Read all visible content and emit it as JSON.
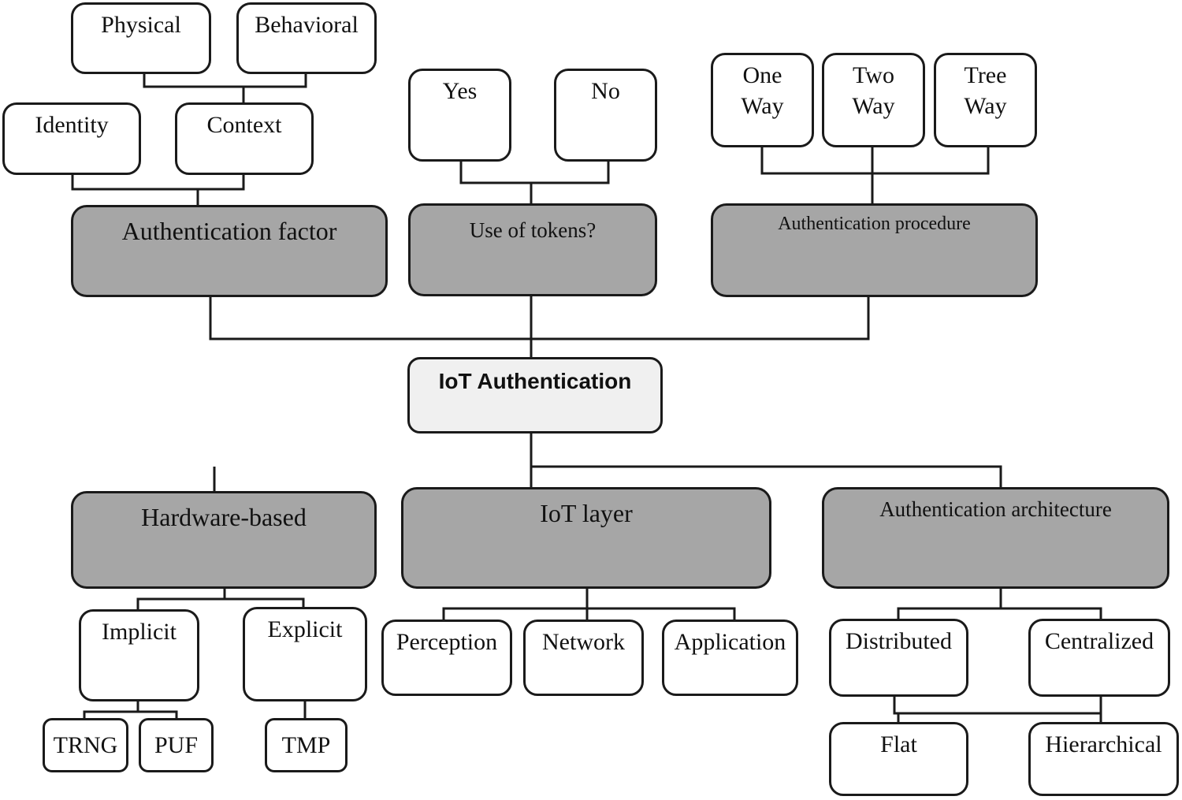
{
  "root": {
    "label": "IoT Authentication"
  },
  "top_categories": [
    {
      "label": "Authentication factor",
      "children": [
        "Identity",
        "Context"
      ],
      "context_children": [
        "Physical",
        "Behavioral"
      ]
    },
    {
      "label": "Use of tokens?",
      "children": [
        "Yes",
        "No"
      ]
    },
    {
      "label": "Authentication procedure",
      "children": [
        "One\nWay",
        "Two\nWay",
        "Tree\nWay"
      ]
    }
  ],
  "bottom_categories": [
    {
      "label": "Hardware-based",
      "children": [
        "Implicit",
        "Explicit"
      ],
      "implicit_children": [
        "TRNG",
        "PUF"
      ],
      "explicit_children": [
        "TMP"
      ]
    },
    {
      "label": "IoT layer",
      "children": [
        "Perception",
        "Network",
        "Application"
      ]
    },
    {
      "label": "Authentication architecture",
      "children": [
        "Distributed",
        "Centralized"
      ],
      "sub_children": [
        "Flat",
        "Hierarchical"
      ]
    }
  ],
  "colors": {
    "category_fill": "#a6a6a6",
    "root_fill": "#f0f0f0",
    "box_fill": "#ffffff",
    "stroke": "#1a1a1a"
  }
}
